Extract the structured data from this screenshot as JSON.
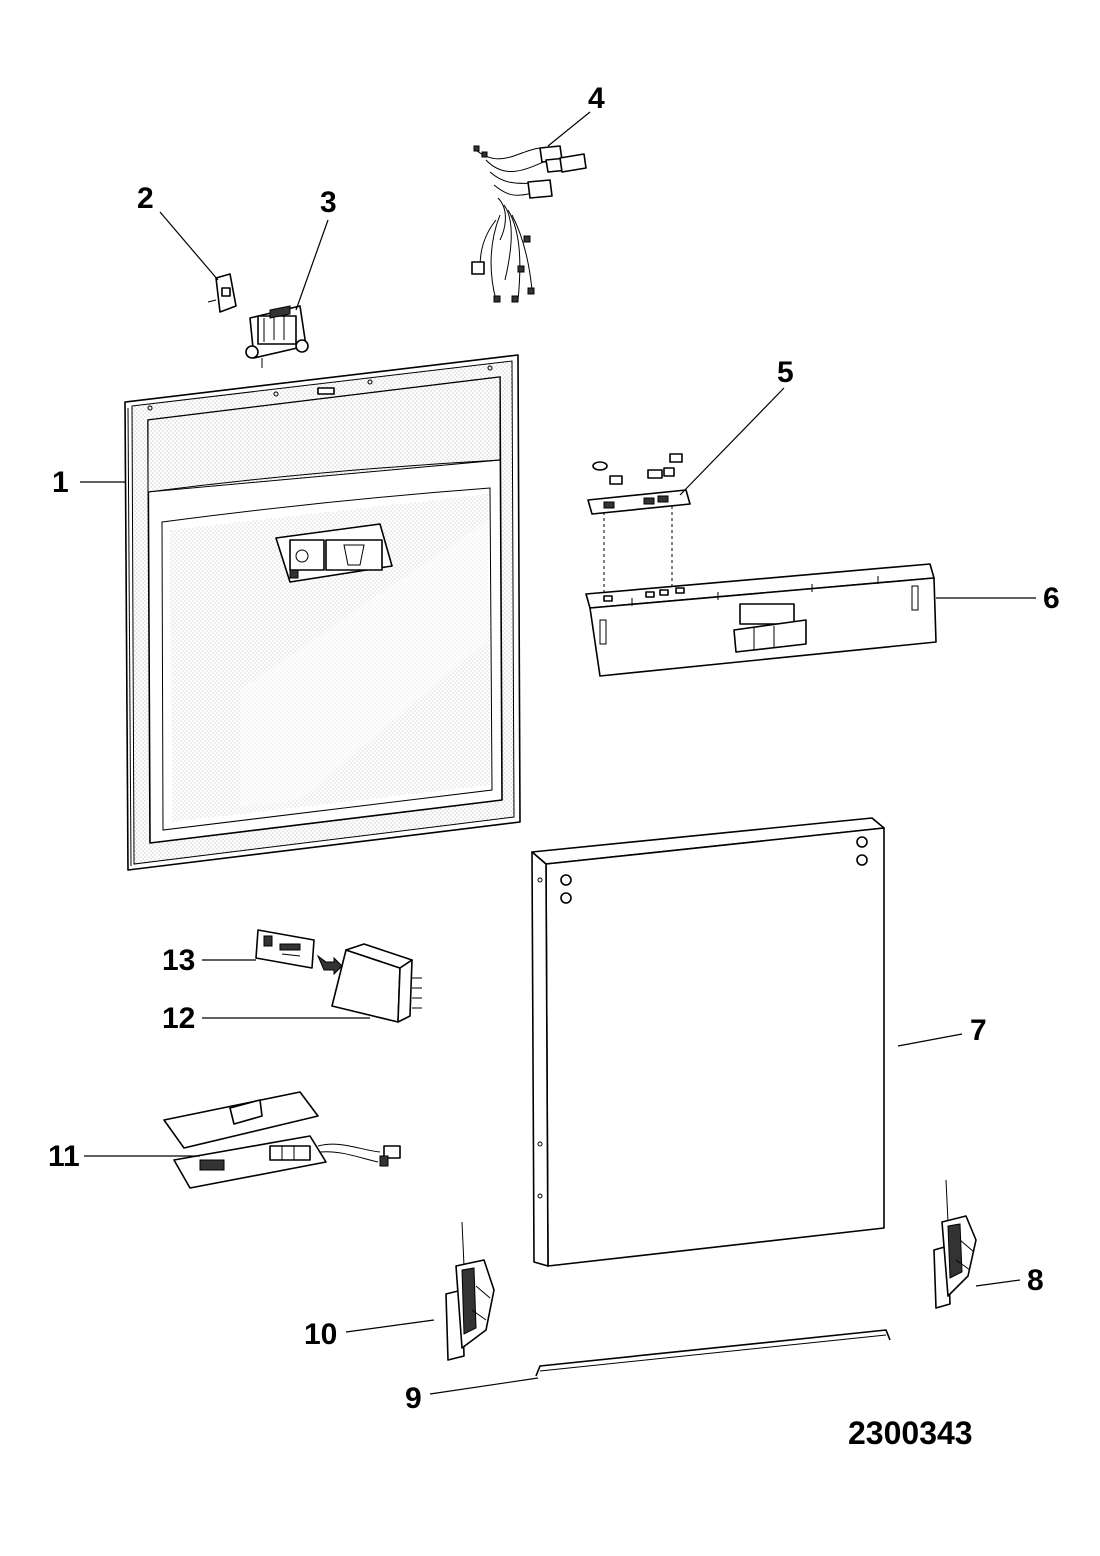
{
  "diagram": {
    "document_number": "2300343",
    "callouts": [
      "1",
      "2",
      "3",
      "4",
      "5",
      "6",
      "7",
      "8",
      "9",
      "10",
      "11",
      "12",
      "13"
    ]
  }
}
